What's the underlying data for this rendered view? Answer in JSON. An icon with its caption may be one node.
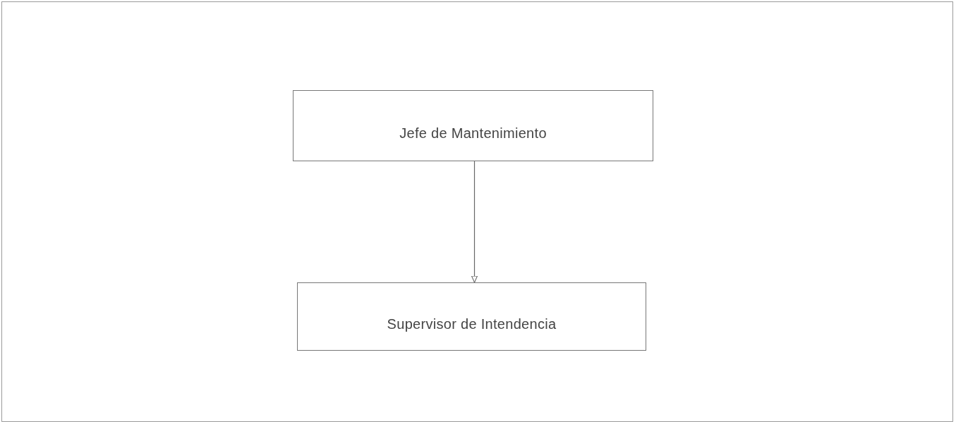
{
  "diagram": {
    "nodes": [
      {
        "text": [
          "Jefe de Mantenimiento"
        ]
      },
      {
        "text": [
          "Supervisor de Intendencia"
        ]
      }
    ],
    "edges": [
      {
        "from": 0,
        "to": 1,
        "arrow": "to"
      }
    ]
  }
}
